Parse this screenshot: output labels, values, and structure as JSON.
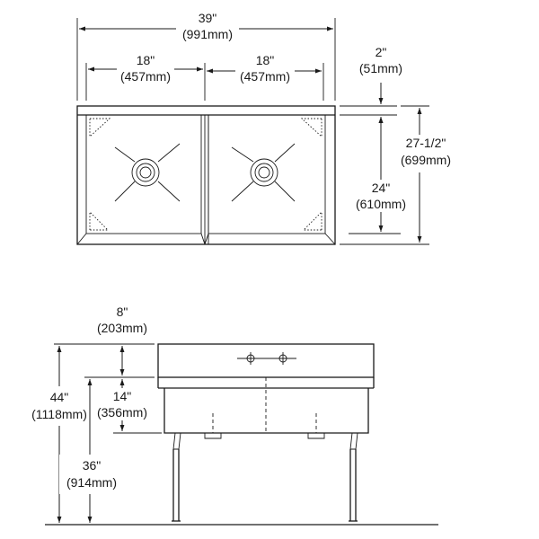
{
  "top_view": {
    "overall_width": {
      "in": "39\"",
      "mm": "(991mm)"
    },
    "left_bowl_width": {
      "in": "18\"",
      "mm": "(457mm)"
    },
    "right_bowl_width": {
      "in": "18\"",
      "mm": "(457mm)"
    },
    "backsplash_depth": {
      "in": "2\"",
      "mm": "(51mm)"
    },
    "overall_depth": {
      "in": "27-1/2\"",
      "mm": "(699mm)"
    },
    "bowl_depth": {
      "in": "24\"",
      "mm": "(610mm)"
    }
  },
  "front_view": {
    "backsplash_height": {
      "in": "8\"",
      "mm": "(203mm)"
    },
    "overall_height": {
      "in": "44\"",
      "mm": "(1118mm)"
    },
    "bowl_height": {
      "in": "14\"",
      "mm": "(356mm)"
    },
    "rim_height": {
      "in": "36\"",
      "mm": "(914mm)"
    }
  }
}
